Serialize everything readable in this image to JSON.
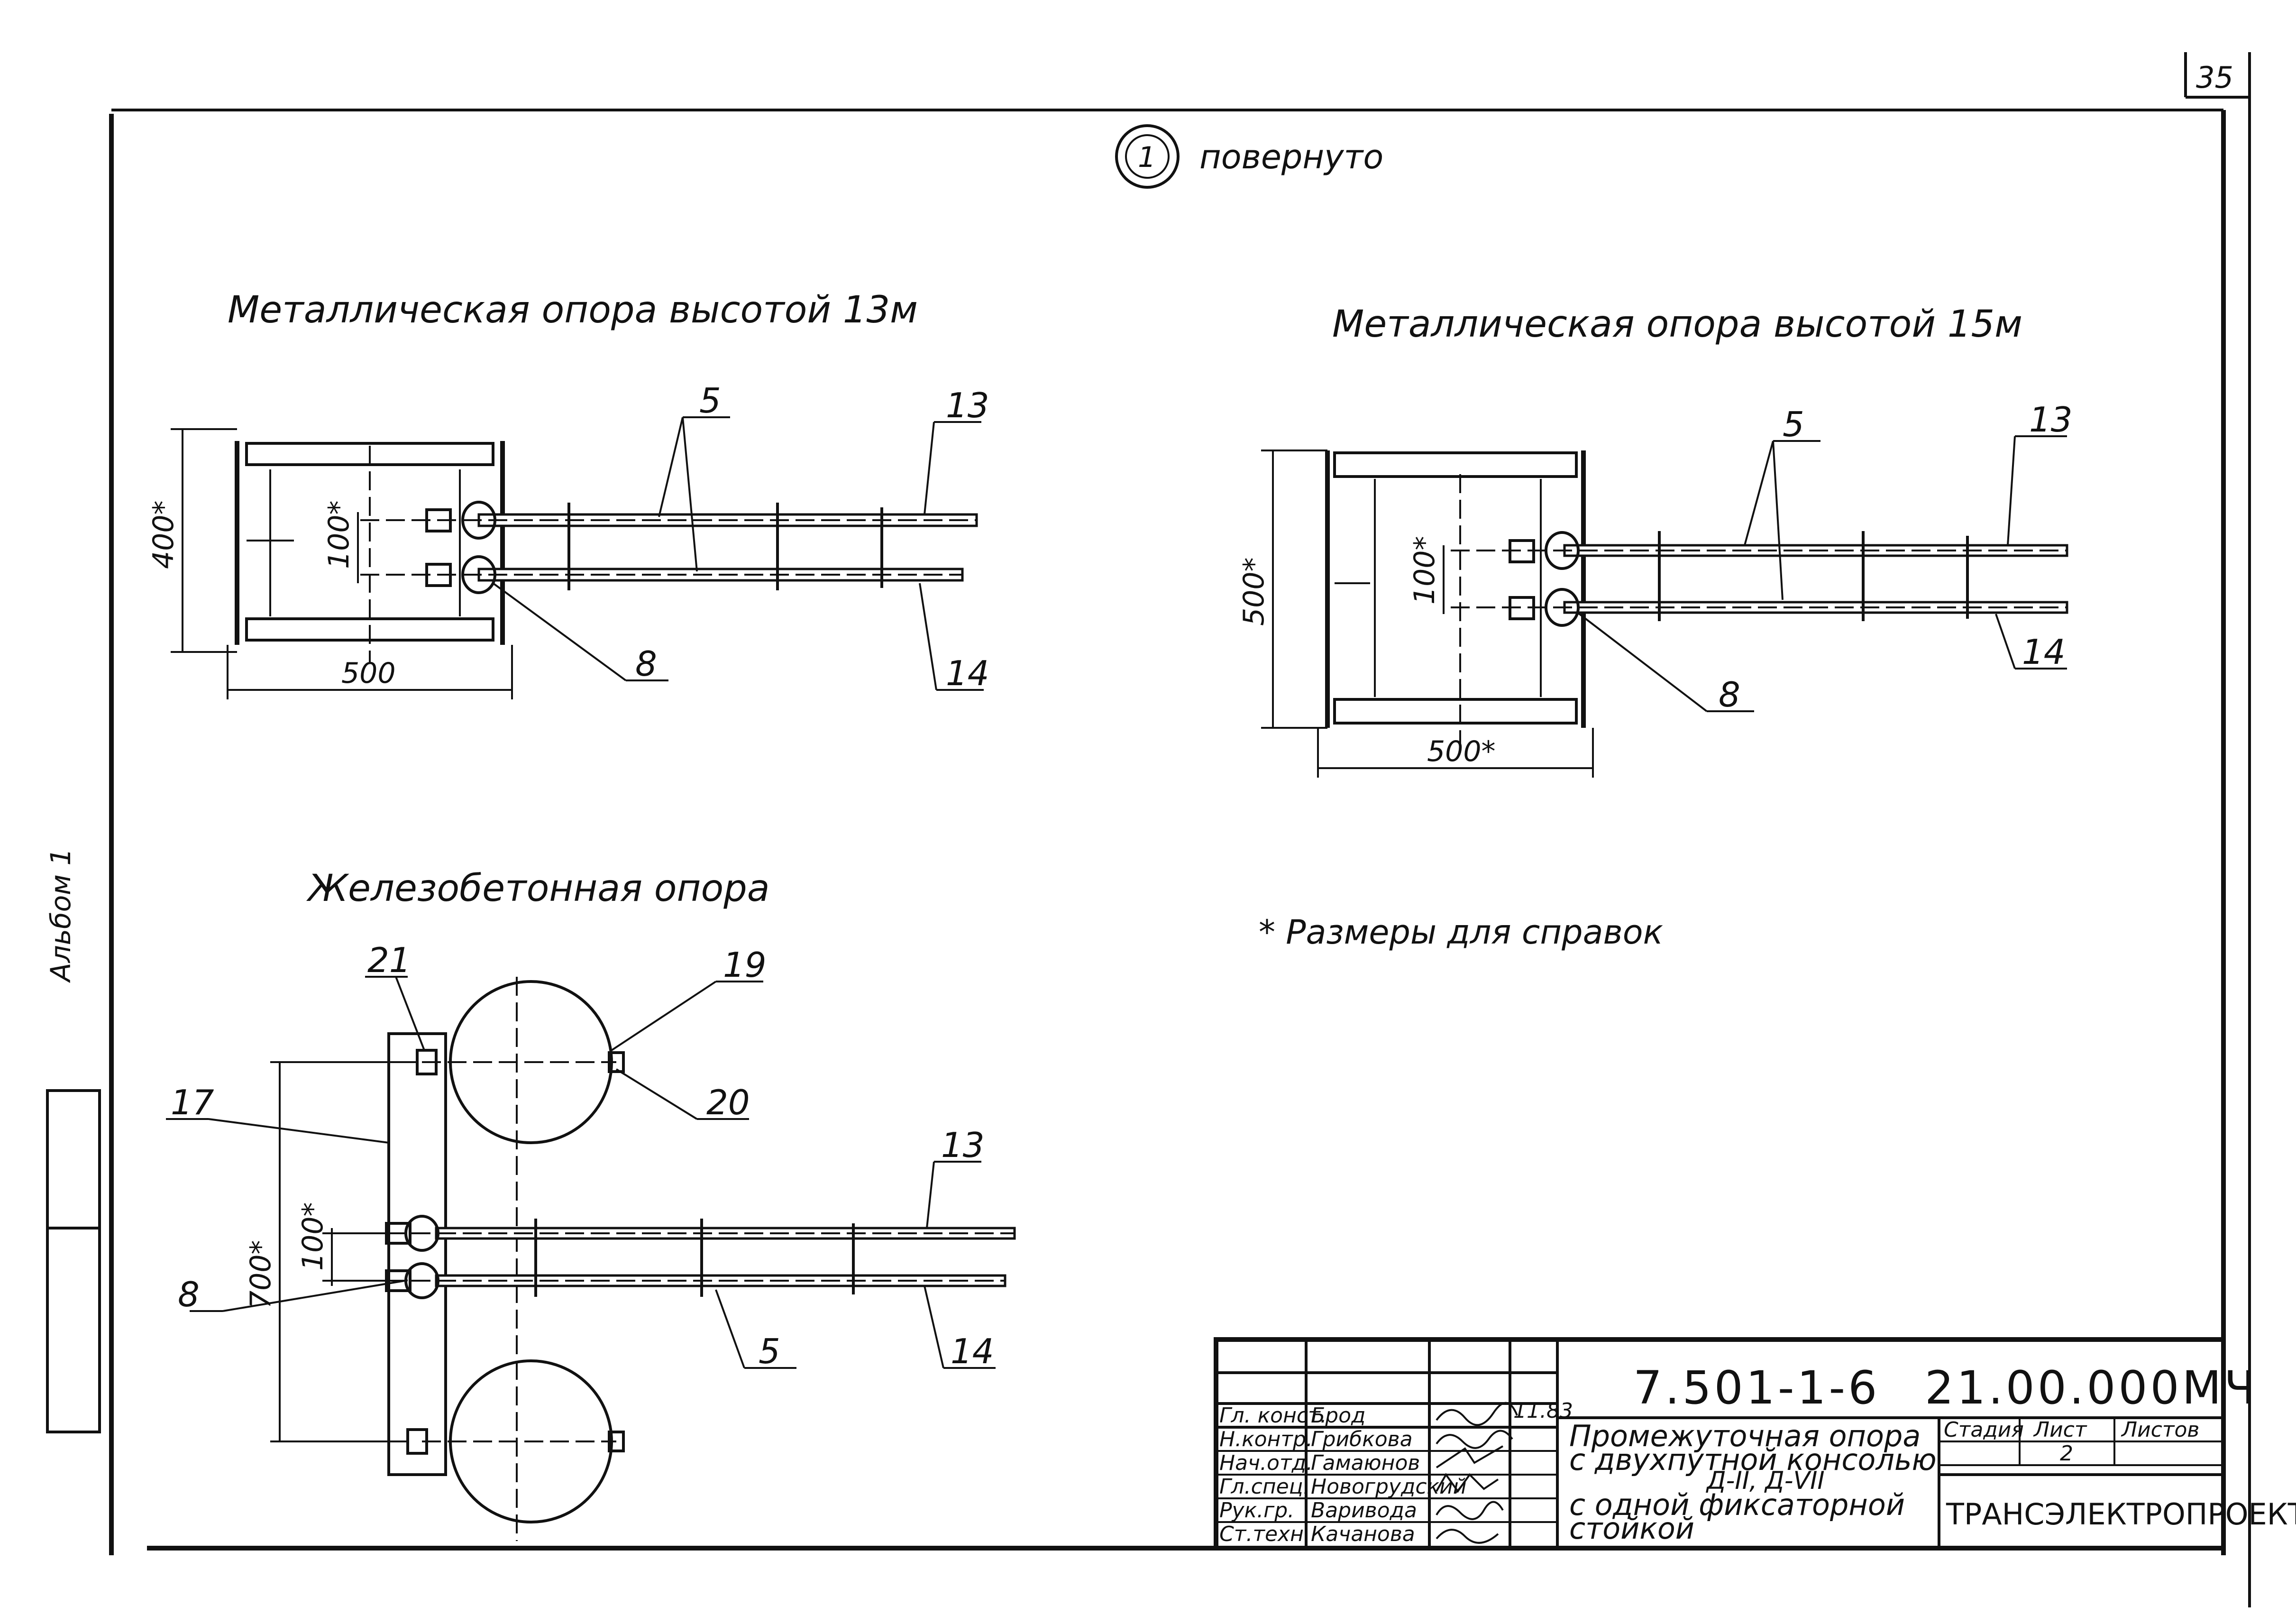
{
  "page": {
    "sheet_number": "35",
    "album_label": "Альбом 1",
    "rotated_label": "повернуто",
    "footnote": "* Размеры для справок"
  },
  "views": [
    {
      "title": "Металлическая опора высотой 13м",
      "dims": {
        "width": "500",
        "height": "400*",
        "spacing": "100*"
      },
      "callouts": [
        "5",
        "13",
        "8",
        "14"
      ]
    },
    {
      "title": "Металлическая опора высотой 15м",
      "dims": {
        "width": "500*",
        "height": "500*",
        "spacing": "100*"
      },
      "callouts": [
        "5",
        "13",
        "8",
        "14"
      ]
    },
    {
      "title": "Железобетонная опора",
      "dims": {
        "height": "700*",
        "spacing": "100*"
      },
      "callouts": [
        "21",
        "19",
        "17",
        "20",
        "13",
        "8",
        "5",
        "14"
      ]
    }
  ],
  "title_block": {
    "doc_code": "7.501-1-6",
    "doc_number": "21.00.000МЧ",
    "description": [
      "Промежуточная опора",
      "с двухпутной консолью",
      "Д-II, Д-VII",
      "с одной фиксаторной",
      "стойкой"
    ],
    "stage_header": "Стадия",
    "sheet_header": "Лист",
    "sheets_header": "Листов",
    "sheet_value": "2",
    "organization": "ТРАНСЭЛЕКТРОПРОЕКТ",
    "date": "11.83",
    "staff": [
      {
        "role": "Гл. конст.",
        "name": "Брод"
      },
      {
        "role": "Н.контр.",
        "name": "Грибкова"
      },
      {
        "role": "Нач.отд.",
        "name": "Гамаюнов"
      },
      {
        "role": "Гл.спец.",
        "name": "Новогрудский"
      },
      {
        "role": "Рук.гр.",
        "name": "Варивода"
      },
      {
        "role": "Ст.техн.",
        "name": "Качанова"
      }
    ]
  }
}
